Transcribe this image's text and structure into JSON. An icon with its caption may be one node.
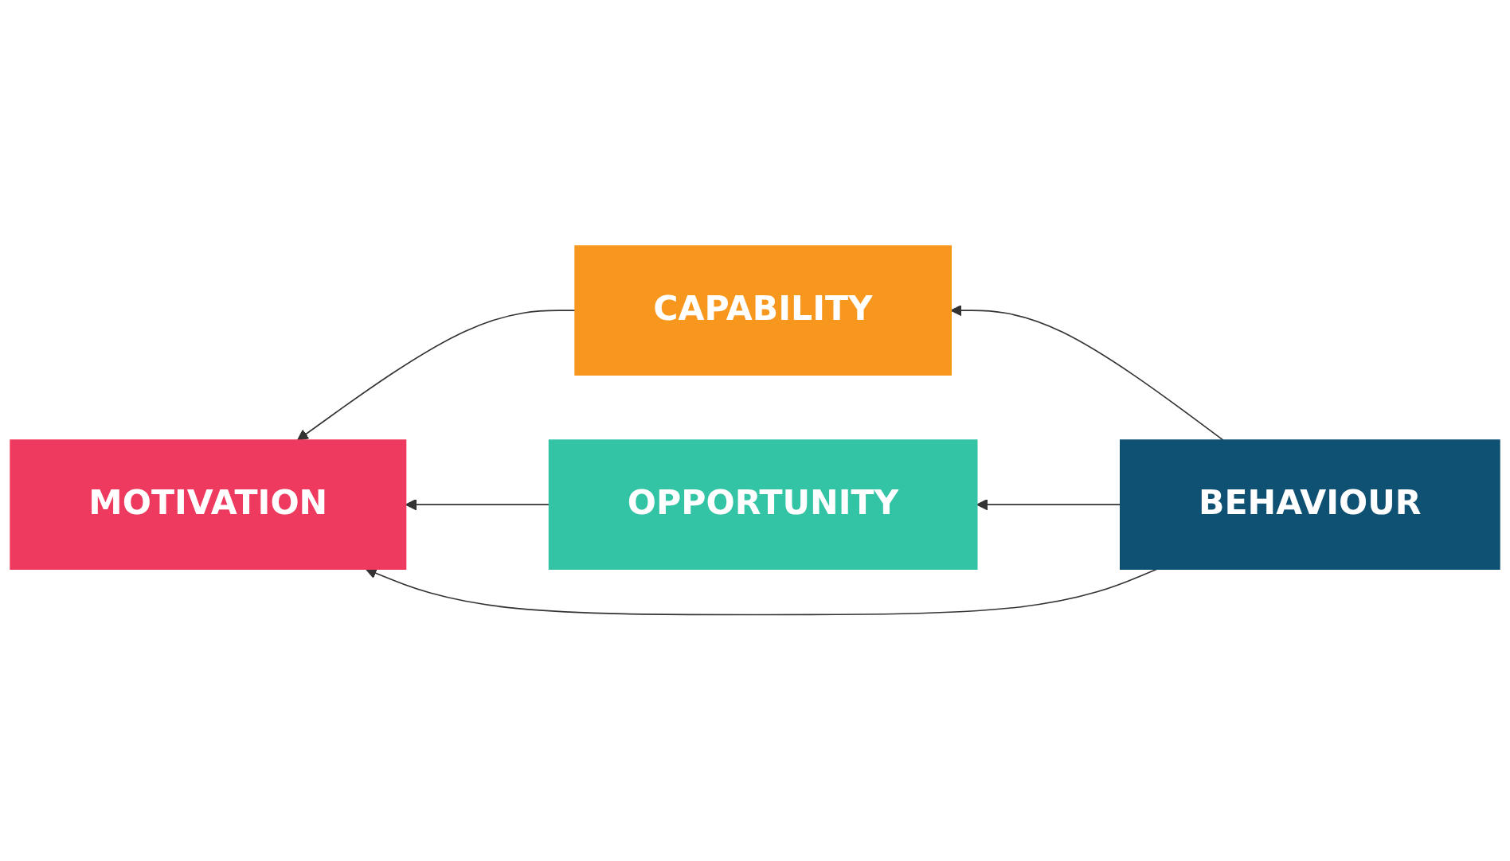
{
  "diagram": {
    "nodes": [
      {
        "text": [
          "CAPABILITY"
        ]
      },
      {
        "text": [
          "MOTIVATION"
        ]
      },
      {
        "text": [
          "OPPORTUNITY"
        ]
      },
      {
        "text": [
          "BEHAVIOUR"
        ]
      }
    ],
    "edges": [
      {
        "from": 0,
        "to": 1,
        "arrow": "to"
      },
      {
        "from": 2,
        "to": 1,
        "arrow": "to"
      },
      {
        "from": 3,
        "to": 0,
        "arrow": "to"
      },
      {
        "from": 3,
        "to": 1,
        "arrow": "to"
      },
      {
        "from": 3,
        "to": 2,
        "arrow": "to"
      }
    ]
  }
}
